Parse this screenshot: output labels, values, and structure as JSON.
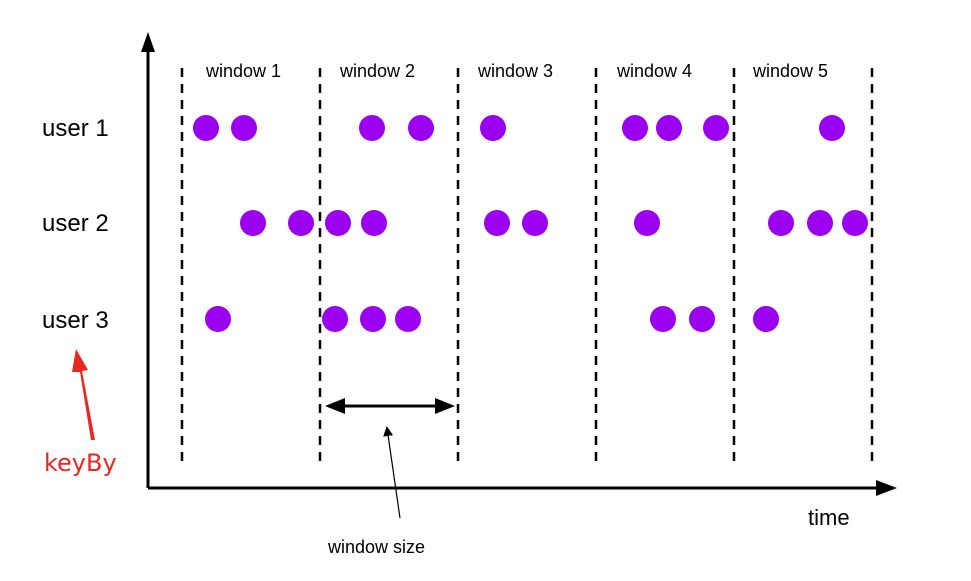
{
  "windows": [
    "window 1",
    "window 2",
    "window 3",
    "window 4",
    "window 5"
  ],
  "users": [
    "user 1",
    "user 2",
    "user 3"
  ],
  "axis": {
    "x_label": "time"
  },
  "annotations": {
    "window_size_label": "window size",
    "keyby_label": "keyBy"
  },
  "colors": {
    "event": "#9b00f0",
    "keyby": "#e8281f",
    "ink": "#000000"
  },
  "events": {
    "user 1": [
      1,
      1,
      2,
      2,
      3,
      4,
      4,
      4,
      5
    ],
    "user 2": [
      1,
      1,
      2,
      2,
      3,
      3,
      4,
      5,
      5,
      5
    ],
    "user 3": [
      1,
      2,
      2,
      2,
      4,
      4,
      5
    ]
  }
}
